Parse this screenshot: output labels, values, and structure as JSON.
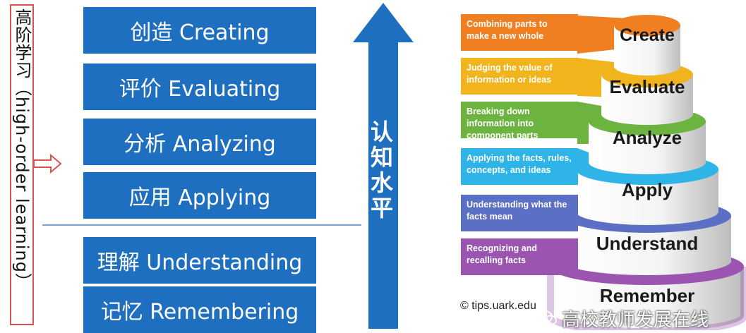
{
  "side_label": "高阶学习（high-order learning）",
  "levels": {
    "creating": "创造  Creating",
    "evaluating": "评价 Evaluating",
    "analyzing": "分析 Analyzing",
    "applying": "应用 Applying",
    "understanding": "理解 Understanding",
    "remembering": "记忆  Remembering"
  },
  "arrow_label": "认知水平",
  "pyramid": {
    "bands": {
      "create": "Combining parts to make a new whole",
      "evaluate": "Judging the value of information or ideas",
      "analyze": "Breaking down information into component parts",
      "apply": "Applying the facts, rules, concepts, and ideas",
      "understand": "Understanding what the facts mean",
      "remember": "Recognizing and recalling facts"
    },
    "tiers": {
      "create": "Create",
      "evaluate": "Evaluate",
      "analyze": "Analyze",
      "apply": "Apply",
      "understand": "Understand",
      "remember": "Remember"
    },
    "colors": {
      "create": "#f07f22",
      "evaluate": "#f1b41c",
      "analyze": "#6cb33f",
      "apply": "#2fb4e8",
      "understand": "#5b6fc4",
      "remember": "#9b55b1"
    }
  },
  "credit": "© tips.uark.edu",
  "watermark": "高校教师发展在线"
}
